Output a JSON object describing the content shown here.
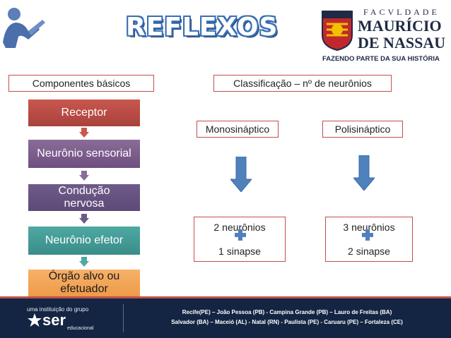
{
  "slide": {
    "title": "REFLEXOS",
    "logo": {
      "top_line": "FACVLDADE",
      "name_line1": "MAURÍCIO",
      "name_line2": "DE NASSAU",
      "tagline": "FAZENDO PARTE DA SUA HISTÓRIA"
    },
    "headers": {
      "left": "Componentes básicos",
      "right": "Classificação – nº de neurônios"
    },
    "flow": [
      "Receptor",
      "Neurônio sensorial",
      "Condução nervosa",
      "Neurônio efetor",
      "Órgão alvo ou efetuador"
    ],
    "classification": {
      "mono": {
        "label": "Monosináptico",
        "neurons": "2 neurônios",
        "synapses": "1 sinapse"
      },
      "poli": {
        "label": "Polisináptico",
        "neurons": "3 neurônios",
        "synapses": "2 sinapse"
      }
    },
    "footer": {
      "institution": "uma instituição do grupo",
      "brand": "ser",
      "brand_sub": "educacional",
      "cities_line1": "Recife(PE) – João Pessoa (PB) - Campina Grande (PB) – Lauro de Freitas (BA)",
      "cities_line2": "Salvador (BA) – Maceió (AL) - Natal (RN) - Paulista (PE) - Caruaru (PE) – Fortaleza (CE)"
    },
    "colors": {
      "accent_red": "#c0504d",
      "arrow_blue": "#4f81bd",
      "footer_navy": "#142543"
    }
  }
}
